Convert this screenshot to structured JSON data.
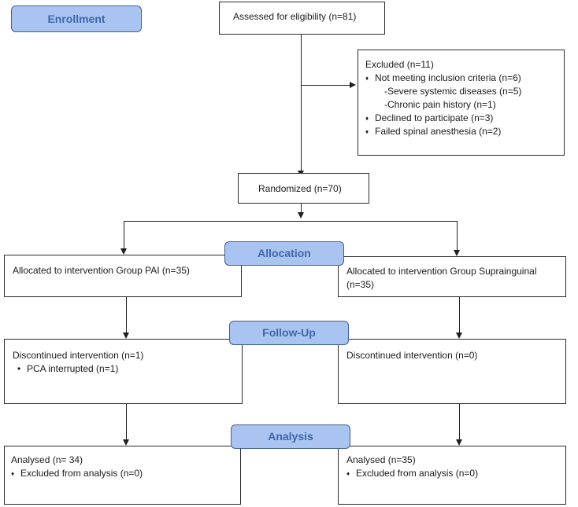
{
  "stages": {
    "enrollment": "Enrollment",
    "allocation": "Allocation",
    "followup": "Follow-Up",
    "analysis": "Analysis"
  },
  "assessed": "Assessed for eligibility (n=81)",
  "excluded": {
    "title": "Excluded  (n=11)",
    "item1": "Not meeting inclusion criteria (n=6)",
    "sub1": "-Severe systemic diseases (n=5)",
    "sub2": "-Chronic pain history (n=1)",
    "item2": "Declined to participate (n=3)",
    "item3": "Failed spinal anesthesia (n=2)"
  },
  "randomized": "Randomized (n=70)",
  "allocation": {
    "left": "Allocated to intervention Group PAI (n=35)",
    "right": "Allocated to intervention Group Suprainguinal (n=35)"
  },
  "followup": {
    "left_title": "Discontinued intervention (n=1)",
    "left_item": "PCA interrupted (n=1)",
    "right_title": "Discontinued intervention (n=0)"
  },
  "analysis": {
    "left_title": "Analysed  (n= 34)",
    "left_item": "Excluded from analysis (n=0)",
    "right_title": "Analysed  (n=35)",
    "right_item": "Excluded from analysis (n=0)"
  }
}
